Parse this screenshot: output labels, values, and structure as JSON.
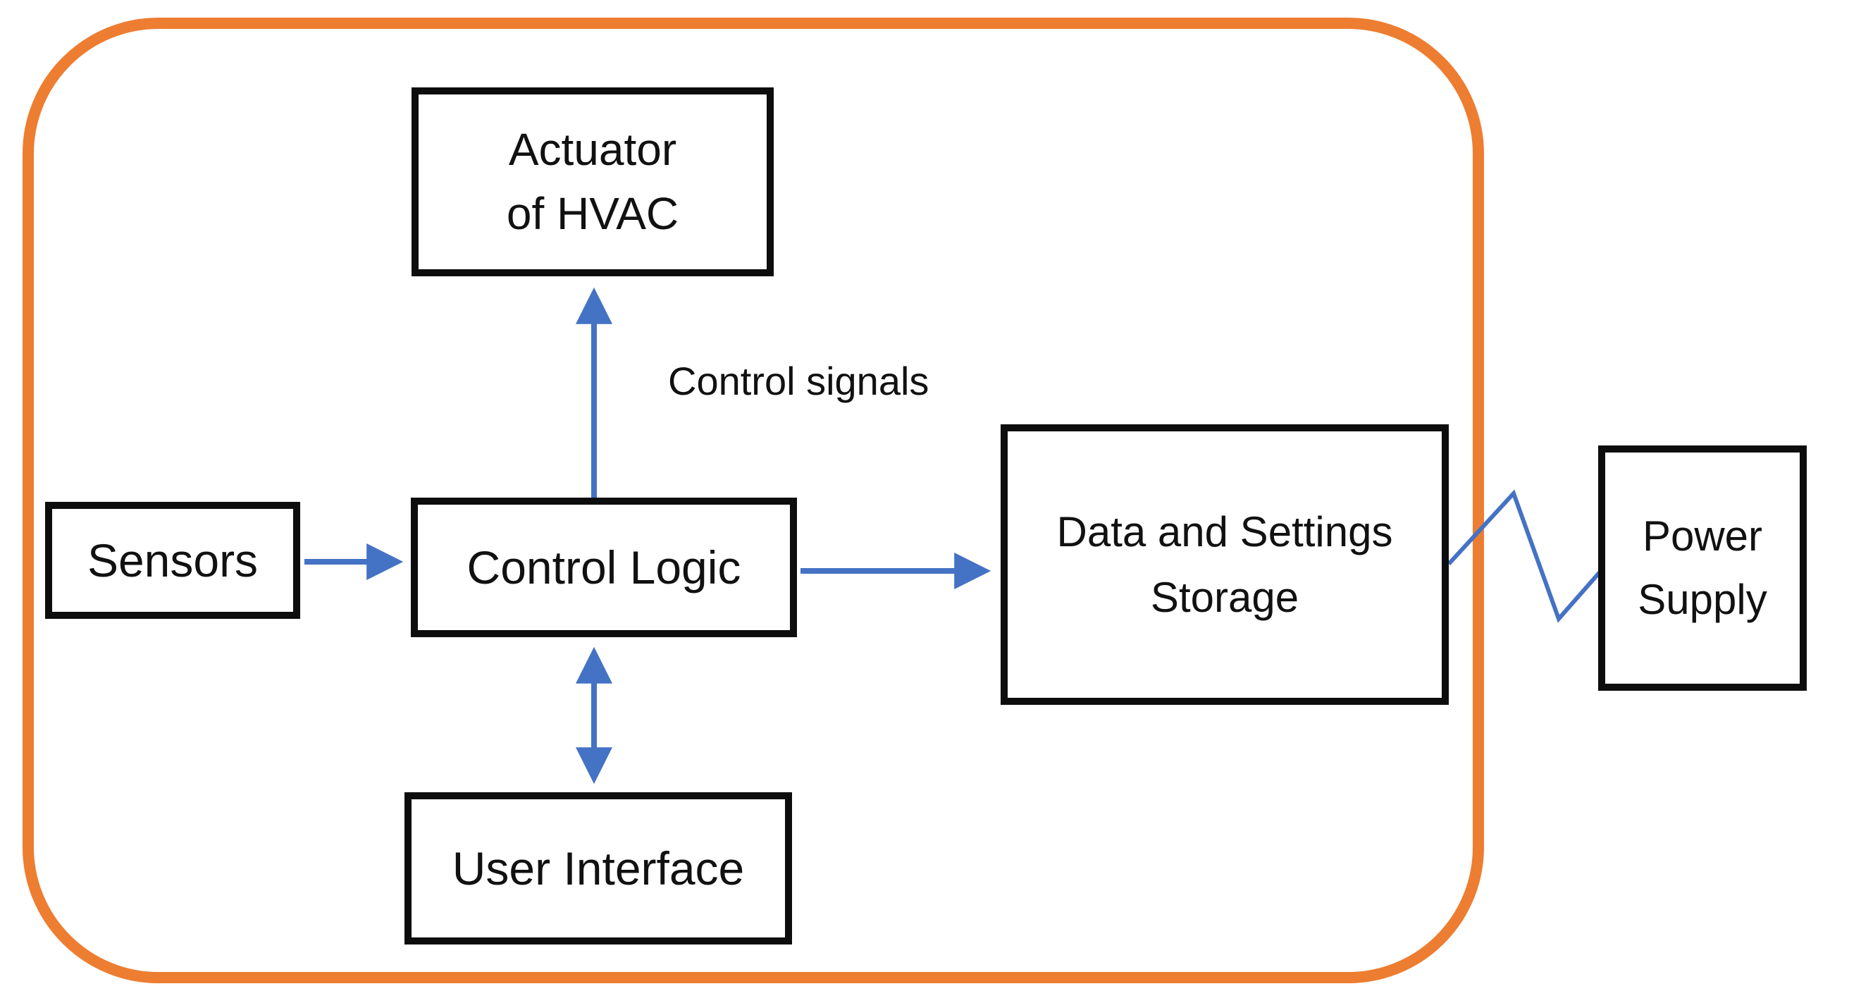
{
  "colors": {
    "boundary": "#ED7D31",
    "arrow": "#4472C4",
    "box_border": "#0d0d0d",
    "text": "#111111",
    "background": "#ffffff"
  },
  "boxes": {
    "actuator": "Actuator\nof HVAC",
    "sensors": "Sensors",
    "control_logic": "Control Logic",
    "user_interface": "User Interface",
    "storage": "Data and Settings\nStorage",
    "power_supply": "Power\nSupply"
  },
  "labels": {
    "control_signals": "Control signals"
  },
  "connections": [
    {
      "from": "Sensors",
      "to": "Control Logic",
      "type": "arrow"
    },
    {
      "from": "Control Logic",
      "to": "Actuator of HVAC",
      "type": "arrow",
      "label": "Control signals"
    },
    {
      "from": "Control Logic",
      "to": "User Interface",
      "type": "double-arrow"
    },
    {
      "from": "Control Logic",
      "to": "Data and Settings Storage",
      "type": "arrow"
    },
    {
      "from": "Data and Settings Storage",
      "to": "Power Supply",
      "type": "zigzag-line"
    }
  ]
}
